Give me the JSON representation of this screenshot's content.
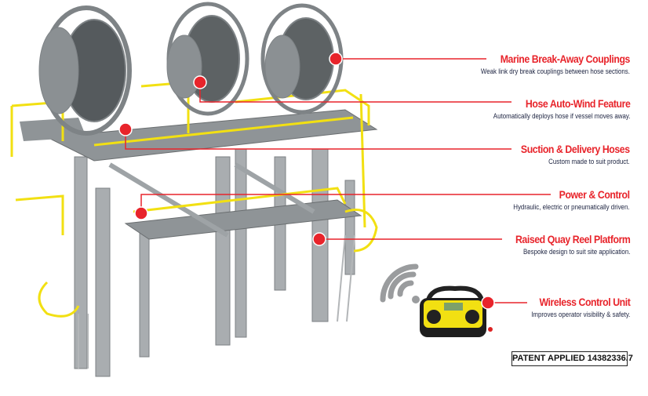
{
  "callouts": [
    {
      "title": "Marine Break-Away Couplings",
      "subtitle": "Weak link dry break couplings between hose sections."
    },
    {
      "title": "Hose Auto-Wind Feature",
      "subtitle": "Automatically deploys hose if vessel moves away."
    },
    {
      "title": "Suction & Delivery Hoses",
      "subtitle": "Custom made to suit product."
    },
    {
      "title": "Power & Control",
      "subtitle": "Hydraulic, electric or pneumatically driven."
    },
    {
      "title": "Raised Quay Reel Platform",
      "subtitle": "Bespoke design to suit site application."
    },
    {
      "title": "Wireless Control Unit",
      "subtitle": "Improves operator visibility & safety."
    }
  ],
  "patent": "PATENT APPLIED 14382336.7",
  "colors": {
    "accent": "#e8242b",
    "railing": "#f2e012",
    "steel": "#9ea3a6"
  }
}
